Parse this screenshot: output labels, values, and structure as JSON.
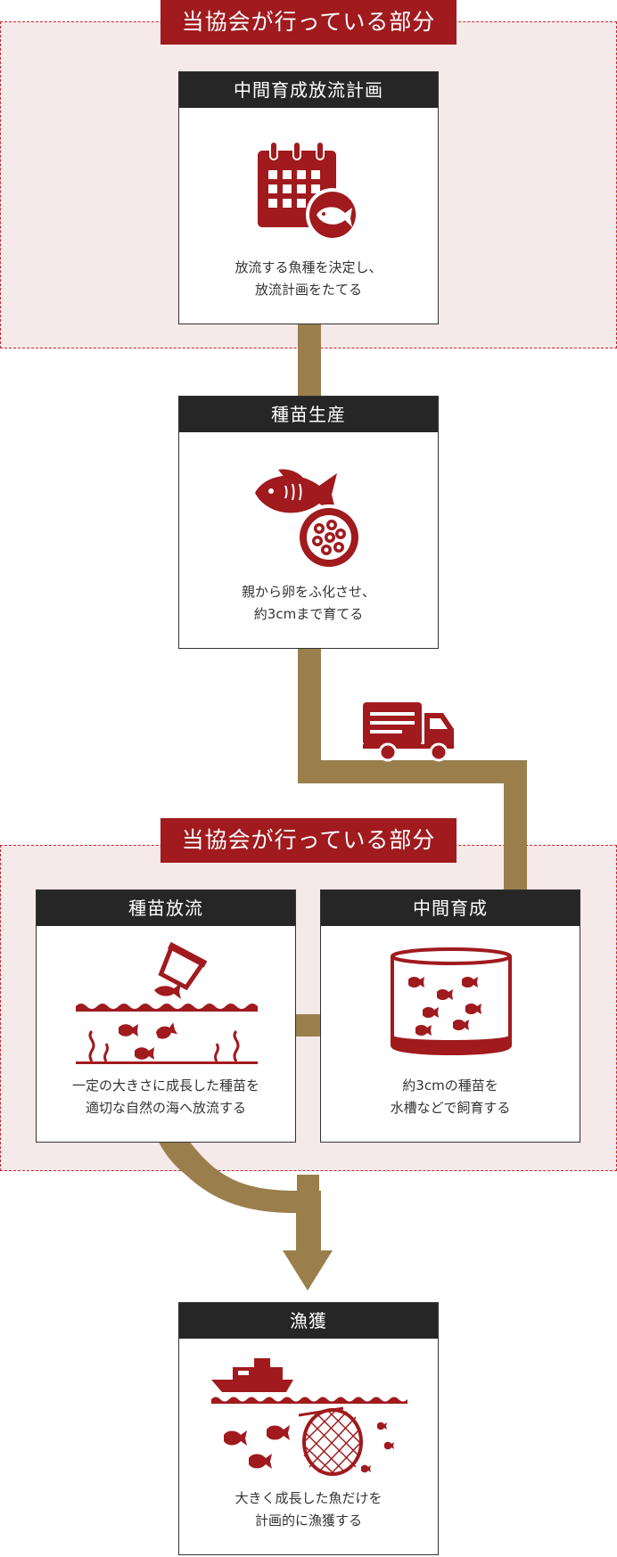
{
  "zones": [
    {
      "label": "当協会が行っている部分"
    },
    {
      "label": "当協会が行っている部分"
    }
  ],
  "cards": {
    "plan": {
      "title": "中間育成放流計画",
      "line1": "放流する魚種を決定し、",
      "line2": "放流計画をたてる",
      "icon": "calendar-fish-icon"
    },
    "seed": {
      "title": "種苗生産",
      "line1": "親から卵をふ化させ、",
      "line2": "約3cmまで育てる",
      "icon": "fish-eggs-icon"
    },
    "release": {
      "title": "種苗放流",
      "line1": "一定の大きさに成長した種苗を",
      "line2": "適切な自然の海へ放流する",
      "icon": "release-sea-icon"
    },
    "nursery": {
      "title": "中間育成",
      "line1": "約3cmの種苗を",
      "line2": "水槽などで飼育する",
      "icon": "fish-tank-icon"
    },
    "catch": {
      "title": "漁獲",
      "line1": "大きく成長した魚だけを",
      "line2": "計画的に漁獲する",
      "icon": "fishing-net-icon"
    }
  },
  "colors": {
    "accent": "#a01a1e",
    "flow": "#9a7f4c",
    "zone_bg": "#f6e9ea",
    "header": "#262626"
  }
}
